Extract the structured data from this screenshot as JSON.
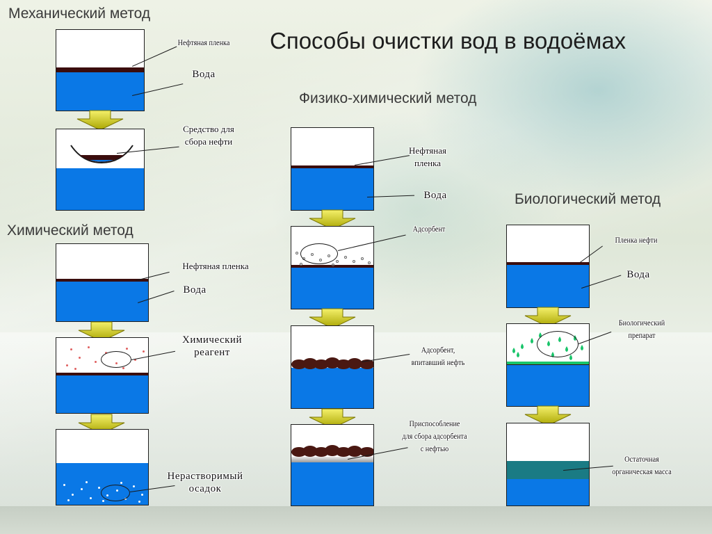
{
  "title": "Способы очистки вод в водоёмах",
  "methods": {
    "mechanical": {
      "heading": "Механический метод",
      "labels": {
        "oil_film": "Нефтяная пленка",
        "water": "Вода",
        "collector_line1": "Средство для",
        "collector_line2": "сбора нефти"
      }
    },
    "chemical": {
      "heading": "Химический метод",
      "labels": {
        "oil_film": "Нефтяная пленка",
        "water": "Вода",
        "reagent_line1": "Химический",
        "reagent_line2": "реагент",
        "sediment_line1": "Нерастворимый",
        "sediment_line2": "осадок"
      }
    },
    "physchem": {
      "heading": "Физико-химический метод",
      "labels": {
        "oil_film_line1": "Нефтяная",
        "oil_film_line2": "пленка",
        "water": "Вода",
        "adsorbent": "Адсорбент",
        "adsorbed_line1": "Адсорбент,",
        "adsorbed_line2": "впитавший нефть",
        "device_line1": "Приспособление",
        "device_line2": "для сбора адсорбента",
        "device_line3": "с нефтью"
      }
    },
    "biological": {
      "heading": "Биологический метод",
      "labels": {
        "oil_film": "Пленка нефти",
        "water": "Вода",
        "prep_line1": "Биологический",
        "prep_line2": "препарат",
        "residue_line1": "Остаточная",
        "residue_line2": "органическая масса"
      }
    }
  },
  "colors": {
    "water": "#0a78e6",
    "oil": "#3b0d0d",
    "arrow": "#d8d400",
    "bio": "#19c46a",
    "residue": "#1a7b84"
  }
}
